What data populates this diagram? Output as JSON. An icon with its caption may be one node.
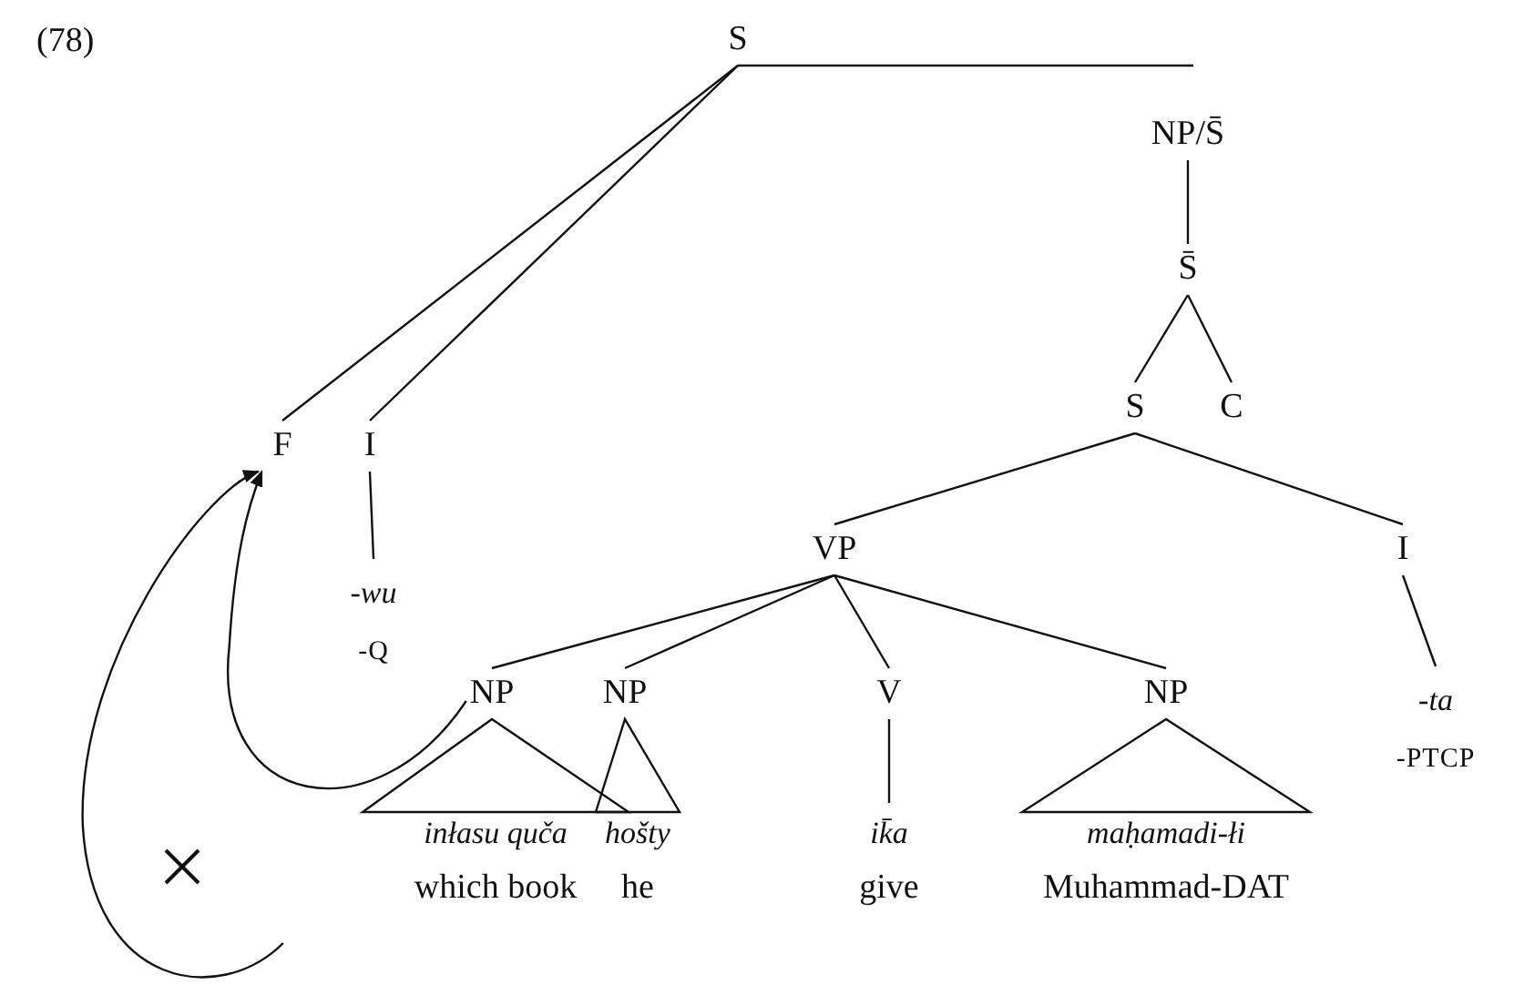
{
  "diagram": {
    "nodes": [
      {
        "text": [
          "S"
        ]
      },
      {
        "text": [
          "NP/S̄"
        ]
      },
      {
        "text": [
          "S̄"
        ]
      },
      {
        "text": [
          "S"
        ]
      },
      {
        "text": [
          "C"
        ]
      },
      {
        "text": [
          "F"
        ]
      },
      {
        "text": [
          "I"
        ]
      },
      {
        "text": [
          "-wu",
          "-Q"
        ]
      },
      {
        "text": [
          "VP"
        ]
      },
      {
        "text": [
          "I"
        ]
      },
      {
        "text": [
          "-ta",
          "-PTCP"
        ]
      },
      {
        "text": [
          "NP"
        ]
      },
      {
        "text": [
          "NP"
        ]
      },
      {
        "text": [
          "V"
        ]
      },
      {
        "text": [
          "NP"
        ]
      },
      {
        "text": [
          "inłasu quča",
          "which book"
        ]
      },
      {
        "text": [
          "hošty",
          "he"
        ]
      },
      {
        "text": [
          "ik̄a",
          "give"
        ]
      },
      {
        "text": [
          "maḥamadi-łi",
          "Muhammad-DAT"
        ]
      }
    ],
    "edges": [
      {
        "from": 0,
        "to": 1,
        "arrow": "none"
      },
      {
        "from": 0,
        "to": 5,
        "arrow": "none"
      },
      {
        "from": 0,
        "to": 6,
        "arrow": "none"
      },
      {
        "from": 1,
        "to": 2,
        "arrow": "none"
      },
      {
        "from": 2,
        "to": 3,
        "arrow": "none"
      },
      {
        "from": 2,
        "to": 4,
        "arrow": "none"
      },
      {
        "from": 3,
        "to": 8,
        "arrow": "none"
      },
      {
        "from": 3,
        "to": 9,
        "arrow": "none"
      },
      {
        "from": 6,
        "to": 7,
        "arrow": "none"
      },
      {
        "from": 9,
        "to": 10,
        "arrow": "none"
      },
      {
        "from": 8,
        "to": 11,
        "arrow": "none"
      },
      {
        "from": 8,
        "to": 12,
        "arrow": "none"
      },
      {
        "from": 8,
        "to": 13,
        "arrow": "none"
      },
      {
        "from": 8,
        "to": 14,
        "arrow": "none"
      },
      {
        "from": 11,
        "to": 15,
        "arrow": "none"
      },
      {
        "from": 12,
        "to": 16,
        "arrow": "none"
      },
      {
        "from": 13,
        "to": 17,
        "arrow": "none"
      },
      {
        "from": 14,
        "to": 18,
        "arrow": "none"
      },
      {
        "from": 11,
        "to": 5,
        "arrow": "to"
      },
      {
        "from": 15,
        "to": 5,
        "arrow": "to"
      }
    ],
    "labels": [
      "(78)"
    ]
  }
}
